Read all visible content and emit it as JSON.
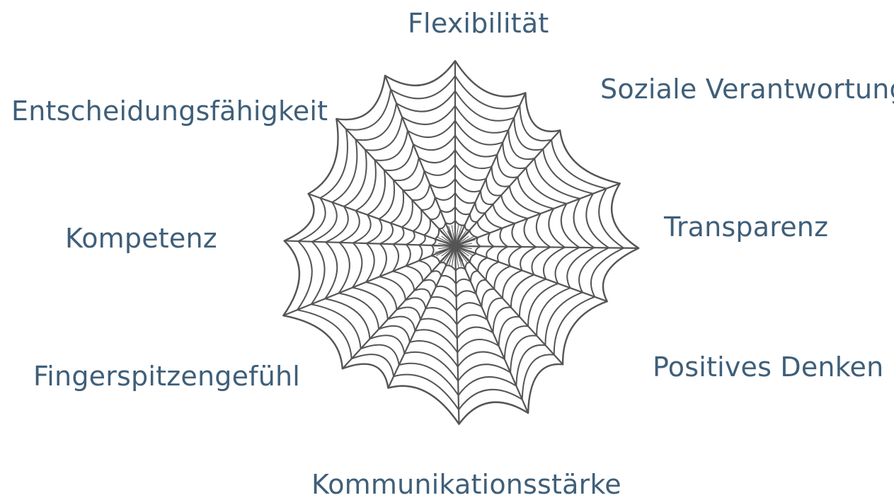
{
  "labels": {
    "top": "Flexibilität",
    "top_right": "Soziale Verantwortung",
    "top_left": "Entscheidungsfähigkeit",
    "right": "Transparenz",
    "left": "Kompetenz",
    "bottom_right": "Positives Denken",
    "bottom_left": "Fingerspitzengefühl",
    "bottom": "Kommunikationsstärke"
  },
  "colors": {
    "label_text": "#3f5f79",
    "web_line": "#555555",
    "background": "#ffffff"
  },
  "graphic": {
    "icon": "spider-web-icon"
  }
}
